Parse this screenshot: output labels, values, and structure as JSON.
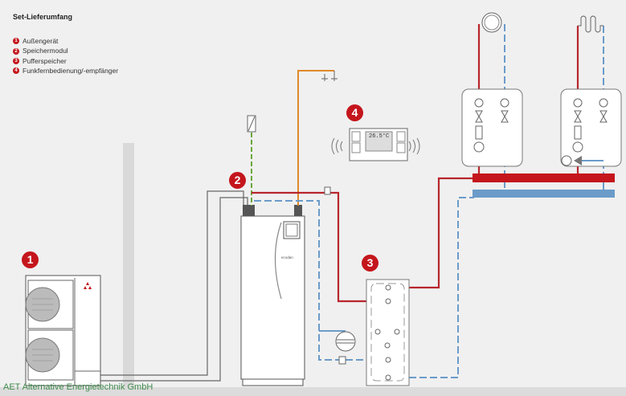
{
  "title": "Set-Lieferumfang",
  "legend": [
    {
      "num": "1",
      "label": "Außengerät"
    },
    {
      "num": "2",
      "label": "Speichermodul"
    },
    {
      "num": "3",
      "label": "Pufferspeicher"
    },
    {
      "num": "4",
      "label": "Funkfernbedienung/-empfänger"
    }
  ],
  "badges": [
    "1",
    "2",
    "3",
    "4"
  ],
  "module_brand": "ecodan",
  "controller_display": "26.5°C",
  "watermark": "AET Alternative Energietechnik GmbH",
  "colors": {
    "accent_red": "#c4161c",
    "flow": "#c8262c",
    "return": "#6b9bc9",
    "sensor": "#6aa83a",
    "power": "#e08a2a"
  }
}
